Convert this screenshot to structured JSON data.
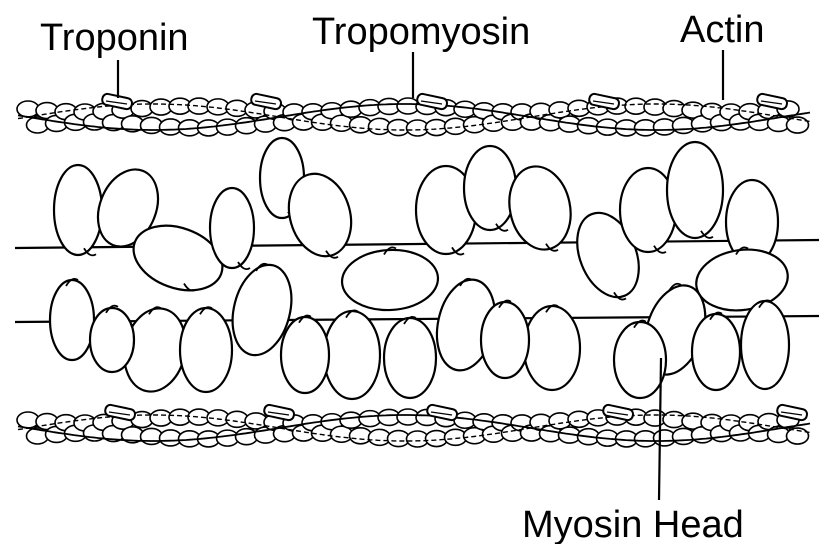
{
  "labels": {
    "troponin": "Troponin",
    "tropomyosin": "Tropomyosin",
    "actin": "Actin",
    "myosin_head": "Myosin Head"
  },
  "colors": {
    "ink": "#000000",
    "background": "#ffffff"
  }
}
